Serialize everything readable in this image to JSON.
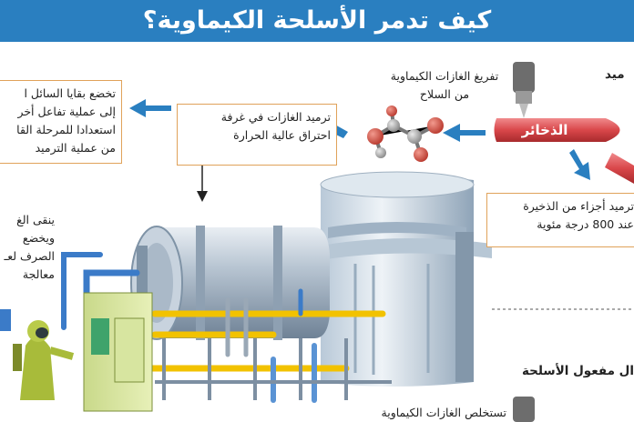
{
  "title": "كيف تدمر الأسلحة الكيماوية؟",
  "ammo_label": "الذخائر",
  "partial_heading": "ميد",
  "unload_text": [
    "تفريغ الغازات الكيماوية",
    "من السلاح"
  ],
  "incinerate_gas_text": [
    "ترميد الغازات في غرفة",
    "احتراق عالية الحرارة"
  ],
  "residue_text": [
    "تخضع بقايا السائل ا",
    "إلى عملية تفاعل أخر",
    "استعدادا للمرحلة القا",
    "من عملية الترميد"
  ],
  "ammo_parts_text": [
    "ترميد أجزاء من الذخيرة",
    "عند 800 درجة مئوية"
  ],
  "clean_text": [
    "ينقى الغ",
    "ويخضع",
    "الصرف لعـ",
    "معالجة"
  ],
  "neutralize_heading": "ال مفعول الأسلحة",
  "extract_text": "تستخلص الغازات الكيماوية",
  "colors": {
    "title_bg": "#2a7fc0",
    "ammo_red": "#d9474a",
    "arrow_blue": "#2a7fc0",
    "box_border": "#e0a25a"
  }
}
